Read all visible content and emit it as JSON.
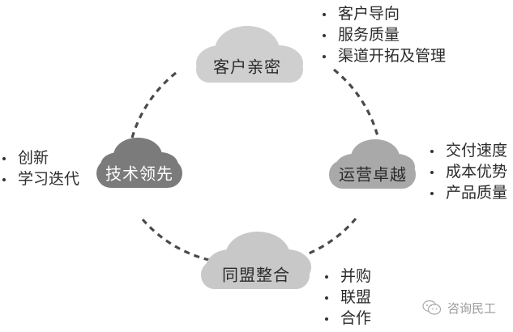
{
  "colors": {
    "cloud_top": "#cfcfcf",
    "cloud_left": "#7b7b7b",
    "cloud_right": "#a9a9a9",
    "cloud_bottom": "#c8c8c8",
    "dash": "#4a4a4a",
    "text_dark": "#2b2b2b",
    "text_light": "#ffffff"
  },
  "clouds": {
    "top": {
      "label": "客户亲密",
      "items": [
        "客户导向",
        "服务质量",
        "渠道开拓及管理"
      ]
    },
    "right": {
      "label": "运营卓越",
      "items": [
        "交付速度",
        "成本优势",
        "产品质量"
      ]
    },
    "bottom": {
      "label": "同盟整合",
      "items": [
        "并购",
        "联盟",
        "合作"
      ]
    },
    "left": {
      "label": "技术领先",
      "items": [
        "创新",
        "学习迭代"
      ]
    }
  },
  "watermark": {
    "text": "咨询民工",
    "icon": "wechat-icon"
  }
}
